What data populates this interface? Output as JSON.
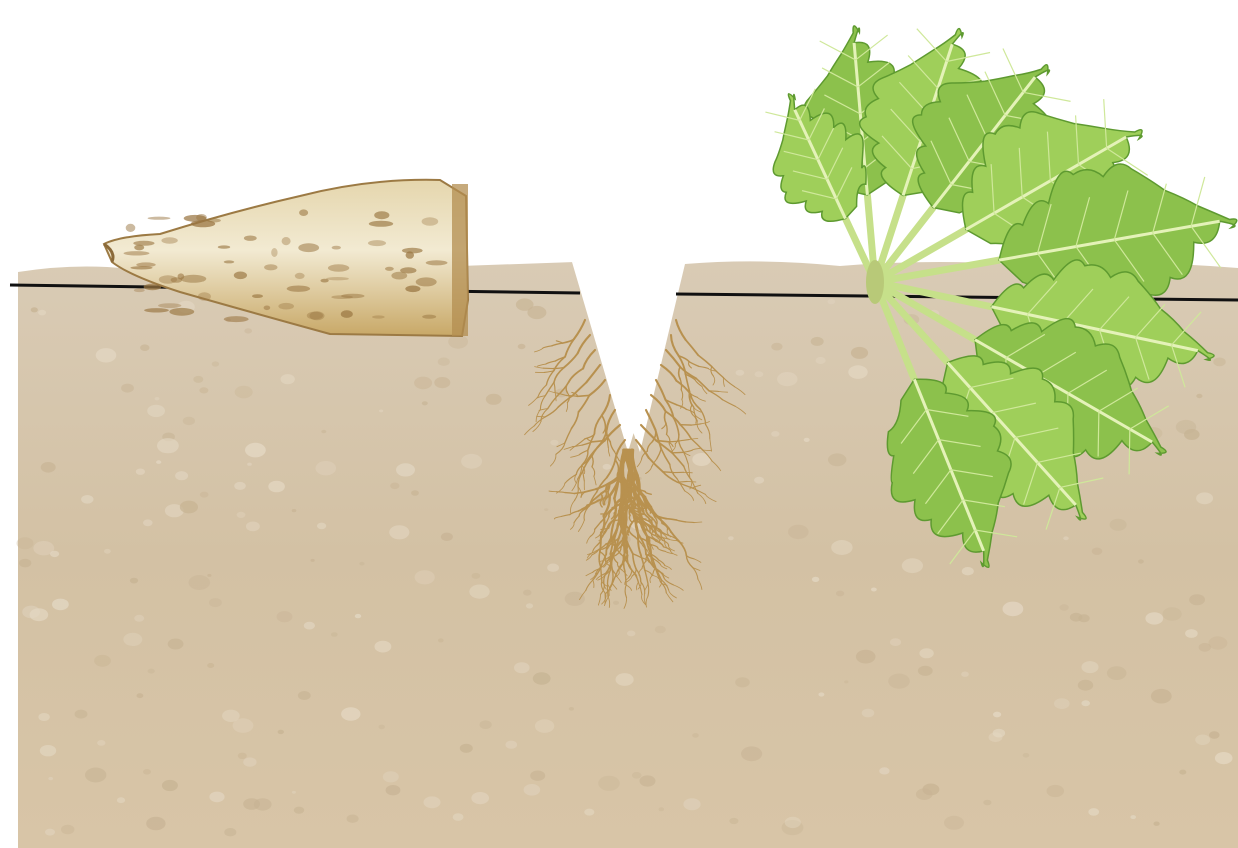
{
  "diagram": {
    "labels": [],
    "parts": [
      "soil-cross-section",
      "ground-line",
      "sugar-beet-root",
      "v-notch-cut",
      "fibrous-root-system",
      "beet-leaf-rosette"
    ]
  },
  "colors": {
    "background": "#ffffff",
    "soil": "#d8c7ad",
    "soil_dark": "#c9b595",
    "ground_line": "#111111",
    "root_body": "#ede3c7",
    "root_shade": "#b9965a",
    "root_spot": "#8b6a3a",
    "fine_roots": "#b8914f",
    "leaf_light": "#b6dd6e",
    "leaf_dark": "#6fae3c",
    "stem": "#cbe48e"
  }
}
